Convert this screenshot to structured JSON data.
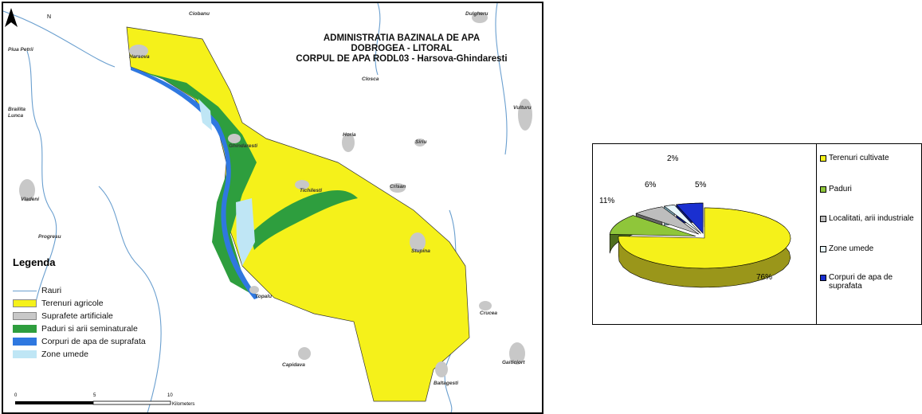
{
  "map": {
    "title_lines": [
      "ADMINISTRATIA BAZINALA DE APA",
      "DOBROGEA - LITORAL",
      "CORPUL DE APA  RODL03 - Harsova-Ghindaresti"
    ],
    "north_label": "N",
    "towns": [
      {
        "name": "Harsova"
      },
      {
        "name": "Ghindaresti"
      },
      {
        "name": "Tichilesti"
      },
      {
        "name": "Topalu"
      },
      {
        "name": "Horia"
      },
      {
        "name": "Siriu"
      },
      {
        "name": "Crisan"
      },
      {
        "name": "Stupina"
      },
      {
        "name": "Closca"
      },
      {
        "name": "Ciobanu"
      },
      {
        "name": "Dulgheru"
      },
      {
        "name": "Vulturu"
      },
      {
        "name": "Piua Petrii"
      },
      {
        "name": "Brailita Lunca"
      },
      {
        "name": "Vladeni"
      },
      {
        "name": "Progresu"
      },
      {
        "name": "Capidava"
      },
      {
        "name": "Crucea"
      },
      {
        "name": "Baltagesti"
      },
      {
        "name": "Gaiticiort"
      }
    ],
    "legend": {
      "title": "Legenda",
      "items": [
        {
          "label": "Rauri",
          "kind": "line",
          "color": "#6a9fcf"
        },
        {
          "label": "Terenuri agricole",
          "kind": "fill",
          "color": "#f5f11a"
        },
        {
          "label": "Suprafete artificiale",
          "kind": "fill",
          "color": "#c8c8c8"
        },
        {
          "label": "Paduri si arii seminaturale",
          "kind": "fill",
          "color": "#2e9e3e"
        },
        {
          "label": "Corpuri de apa de suprafata",
          "kind": "fill",
          "color": "#2f78e0"
        },
        {
          "label": "Zone umede",
          "kind": "fill",
          "color": "#bfe6f5"
        }
      ]
    },
    "scale": {
      "labels": [
        "0",
        "5",
        "10"
      ],
      "unit": "Kilometers"
    }
  },
  "chart_data": {
    "type": "pie",
    "slices": [
      {
        "label": "Terenuri cultivate",
        "value": 76,
        "pct_label": "76%",
        "color": "#f5f11a",
        "side": "#9a961a"
      },
      {
        "label": "Paduri",
        "value": 11,
        "pct_label": "11%",
        "color": "#8fc63a",
        "side": "#4f6e1e"
      },
      {
        "label": "Localitati, arii industriale",
        "value": 6,
        "pct_label": "6%",
        "color": "#bdbdbd",
        "side": "#666666"
      },
      {
        "label": "Zone umede",
        "value": 2,
        "pct_label": "2%",
        "color": "#e6f6fb",
        "side": "#7aa7b5"
      },
      {
        "label": "Corpuri de apa de suprafata",
        "value": 5,
        "pct_label": "5%",
        "color": "#1a2fd0",
        "side": "#0d1a80"
      }
    ],
    "legend_position": "right"
  }
}
